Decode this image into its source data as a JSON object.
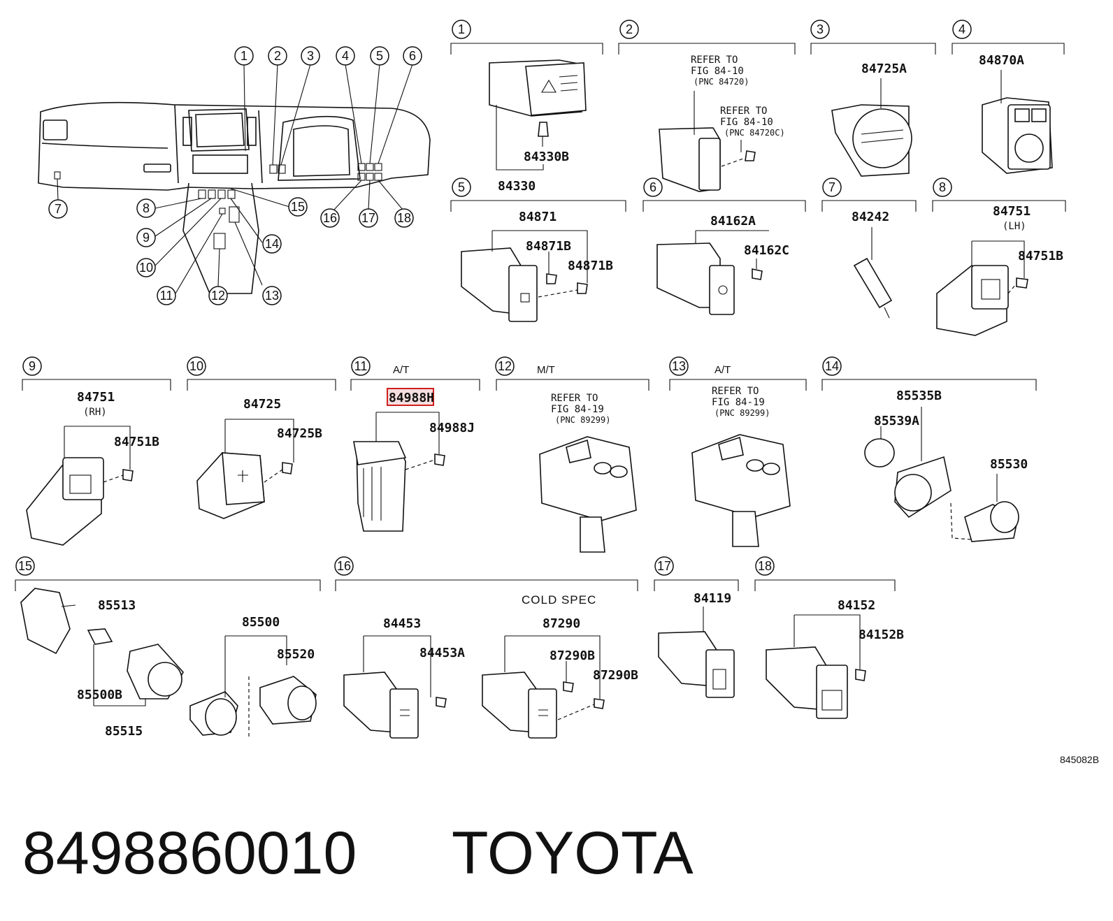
{
  "title": {
    "part_number": "8498860010",
    "brand": "TOYOTA"
  },
  "figure_code": "845082B",
  "highlight_code": "84988H",
  "overview": {
    "callouts": [
      "1",
      "2",
      "3",
      "4",
      "5",
      "6",
      "7",
      "8",
      "9",
      "10",
      "11",
      "12",
      "13",
      "14",
      "15",
      "16",
      "17",
      "18"
    ]
  },
  "panels": [
    {
      "num": "1",
      "codes": [
        "84330B",
        "84330"
      ]
    },
    {
      "num": "2",
      "refs": [
        [
          "REFER TO",
          "FIG 84-10",
          "(PNC 84720)"
        ],
        [
          "REFER TO",
          "FIG 84-10",
          "(PNC 84720C)"
        ]
      ]
    },
    {
      "num": "3",
      "codes": [
        "84725A"
      ]
    },
    {
      "num": "4",
      "codes": [
        "84870A"
      ]
    },
    {
      "num": "5",
      "codes": [
        "84871",
        "84871B",
        "84871B"
      ]
    },
    {
      "num": "6",
      "codes": [
        "84162A",
        "84162C"
      ]
    },
    {
      "num": "7",
      "codes": [
        "84242"
      ]
    },
    {
      "num": "8",
      "codes": [
        "84751",
        "84751B"
      ],
      "side": "(LH)"
    },
    {
      "num": "9",
      "codes": [
        "84751",
        "84751B"
      ],
      "side": "(RH)"
    },
    {
      "num": "10",
      "codes": [
        "84725",
        "84725B"
      ]
    },
    {
      "num": "11",
      "tag": "A/T",
      "codes": [
        "84988J"
      ]
    },
    {
      "num": "12",
      "tag": "M/T",
      "refs": [
        [
          "REFER TO",
          "FIG 84-19",
          "(PNC 89299)"
        ]
      ]
    },
    {
      "num": "13",
      "tag": "A/T",
      "refs": [
        [
          "REFER TO",
          "FIG 84-19",
          "(PNC 89299)"
        ]
      ]
    },
    {
      "num": "14",
      "codes": [
        "85535B",
        "85539A",
        "85530"
      ]
    },
    {
      "num": "15",
      "codes": [
        "85513",
        "85500",
        "85520",
        "85500B",
        "85515"
      ]
    },
    {
      "num": "16",
      "tag": "COLD SPEC",
      "codes": [
        "84453",
        "84453A",
        "87290",
        "87290B",
        "87290B"
      ]
    },
    {
      "num": "17",
      "codes": [
        "84119"
      ]
    },
    {
      "num": "18",
      "codes": [
        "84152",
        "84152B"
      ]
    }
  ]
}
